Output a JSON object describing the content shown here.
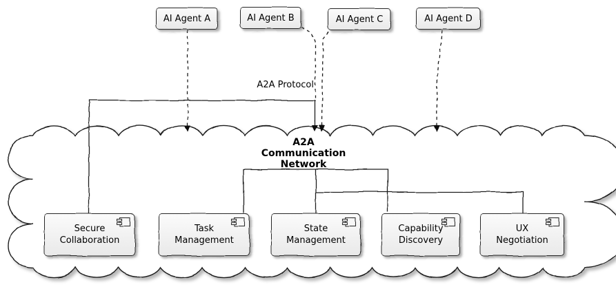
{
  "diagram": {
    "agents": [
      {
        "label": "AI Agent A"
      },
      {
        "label": "AI Agent B"
      },
      {
        "label": "AI Agent C"
      },
      {
        "label": "AI Agent D"
      }
    ],
    "protocol_label": "A2A Protocol",
    "cloud": {
      "title_lines": [
        "A2A",
        "Communication",
        "Network"
      ]
    },
    "components": [
      {
        "label_lines": [
          "Secure",
          "Collaboration"
        ]
      },
      {
        "label_lines": [
          "Task",
          "Management"
        ]
      },
      {
        "label_lines": [
          "State",
          "Management"
        ]
      },
      {
        "label_lines": [
          "Capability",
          "Discovery"
        ]
      },
      {
        "label_lines": [
          "UX",
          "Negotiation"
        ]
      }
    ],
    "icons": [
      {
        "name": "uml-component-icon",
        "count": 5
      }
    ],
    "colors": {
      "background": "#ffffff",
      "node_fill": "#efefef",
      "stroke": "#1f1f1f",
      "text": "#000000",
      "shadow": "#9a9a9a"
    }
  }
}
